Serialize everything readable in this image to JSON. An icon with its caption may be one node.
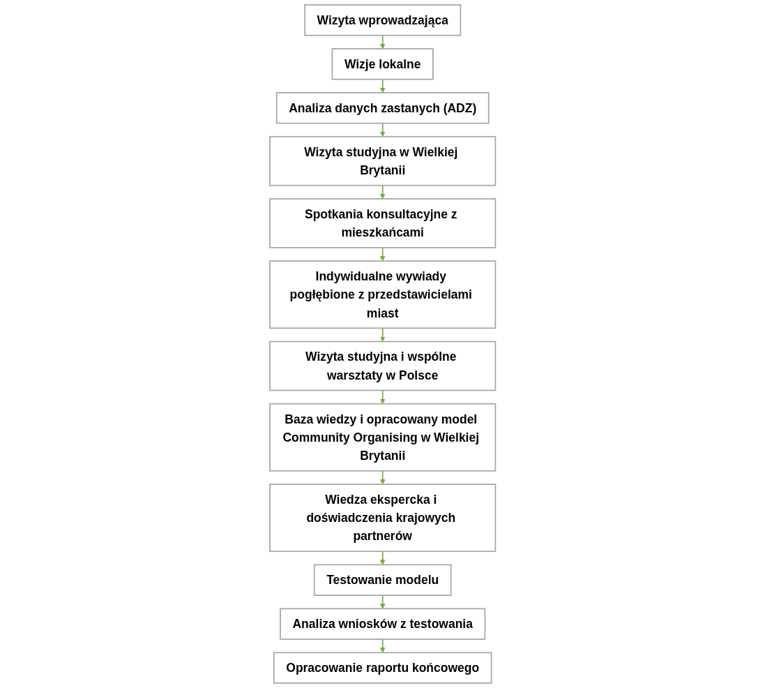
{
  "diagram": {
    "nodes": [
      {
        "text": [
          "Wizyta wprowadzająca"
        ]
      },
      {
        "text": [
          "Wizje lokalne"
        ]
      },
      {
        "text": [
          "Analiza danych zastanych (ADZ)"
        ]
      },
      {
        "text": [
          "Wizyta studyjna w Wielkiej Brytanii"
        ]
      },
      {
        "text": [
          "Spotkania konsultacyjne z mieszkańcami"
        ]
      },
      {
        "text": [
          "Indywidualne wywiady pogłębione z przedstawicielami miast"
        ]
      },
      {
        "text": [
          "Wizyta studyjna i wspólne warsztaty w Polsce"
        ]
      },
      {
        "text": [
          "Baza wiedzy i opracowany model Community Organising w Wielkiej Brytanii"
        ]
      },
      {
        "text": [
          "Wiedza ekspercka i doświadczenia krajowych partnerów"
        ]
      },
      {
        "text": [
          "Testowanie modelu"
        ]
      },
      {
        "text": [
          "Analiza wniosków z testowania"
        ]
      },
      {
        "text": [
          "Opracowanie raportu końcowego"
        ]
      }
    ],
    "edges": [
      {
        "from": 0,
        "to": 1,
        "arrow": "to"
      },
      {
        "from": 1,
        "to": 2,
        "arrow": "to"
      },
      {
        "from": 2,
        "to": 3,
        "arrow": "to"
      },
      {
        "from": 3,
        "to": 4,
        "arrow": "to"
      },
      {
        "from": 4,
        "to": 5,
        "arrow": "to"
      },
      {
        "from": 5,
        "to": 6,
        "arrow": "to"
      },
      {
        "from": 6,
        "to": 7,
        "arrow": "to"
      },
      {
        "from": 7,
        "to": 8,
        "arrow": "to"
      },
      {
        "from": 8,
        "to": 9,
        "arrow": "to"
      },
      {
        "from": 9,
        "to": 10,
        "arrow": "to"
      },
      {
        "from": 10,
        "to": 11,
        "arrow": "to"
      }
    ]
  }
}
